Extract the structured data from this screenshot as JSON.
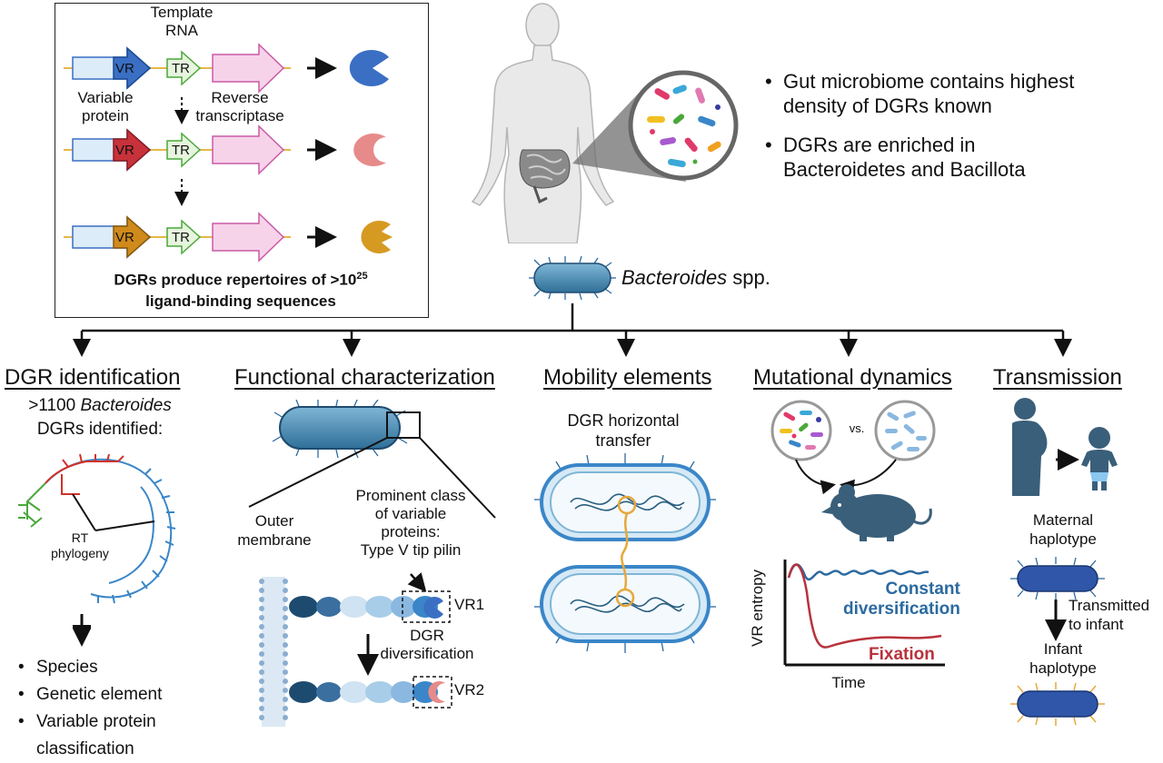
{
  "inset": {
    "template_rna": "Template\nRNA",
    "vr": "VR",
    "tr": "TR",
    "variable_protein": "Variable\nprotein",
    "reverse_transcriptase": "Reverse\ntranscriptase",
    "caption_line1": "DGRs produce repertoires of >10",
    "caption_exp": "25",
    "caption_line2": "ligand-binding sequences"
  },
  "gut_bullets": [
    "Gut microbiome contains highest density of DGRs known",
    "DGRs are enriched in Bacteroidetes and Bacillota"
  ],
  "bacteroides": {
    "genus": "Bacteroides",
    "suffix": " spp."
  },
  "columns": {
    "identification": {
      "heading": "DGR identification",
      "count_prefix": ">1100 ",
      "count_genus": "Bacteroides",
      "count_suffix": "DGRs identified:",
      "tree_label": "RT\nphylogeny",
      "bullets": [
        "Species",
        "Genetic element",
        "Variable protein classification"
      ]
    },
    "functional": {
      "heading": "Functional characterization",
      "outer_membrane": "Outer\nmembrane",
      "prominent": "Prominent class\nof variable\nproteins:\nType V tip pilin",
      "vr1": "VR1",
      "vr2": "VR2",
      "diversification": "DGR\ndiversification"
    },
    "mobility": {
      "heading": "Mobility elements",
      "subtitle": "DGR horizontal\ntransfer"
    },
    "mutational": {
      "heading": "Mutational dynamics",
      "vs": "vs.",
      "ylabel": "VR entropy",
      "xlabel": "Time",
      "constant": "Constant\ndiversification",
      "fixation": "Fixation"
    },
    "transmission": {
      "heading": "Transmission",
      "maternal": "Maternal\nhaplotype",
      "transmitted": "Transmitted\nto infant",
      "infant": "Infant\nhaplotype"
    }
  },
  "colors": {
    "vr_blue": "#3a6fc4",
    "vr_red": "#c8323a",
    "vr_orange": "#d08a1c",
    "pink_protein": "#e78a8a",
    "gold_protein": "#d69a22",
    "bacteria_blue": "#4a90b8",
    "teal_line": "#2b6aa0",
    "fixation_red": "#b8323c",
    "tree_green": "#4aa83a",
    "tree_red": "#d0322a",
    "tree_blue": "#3a86c8"
  }
}
